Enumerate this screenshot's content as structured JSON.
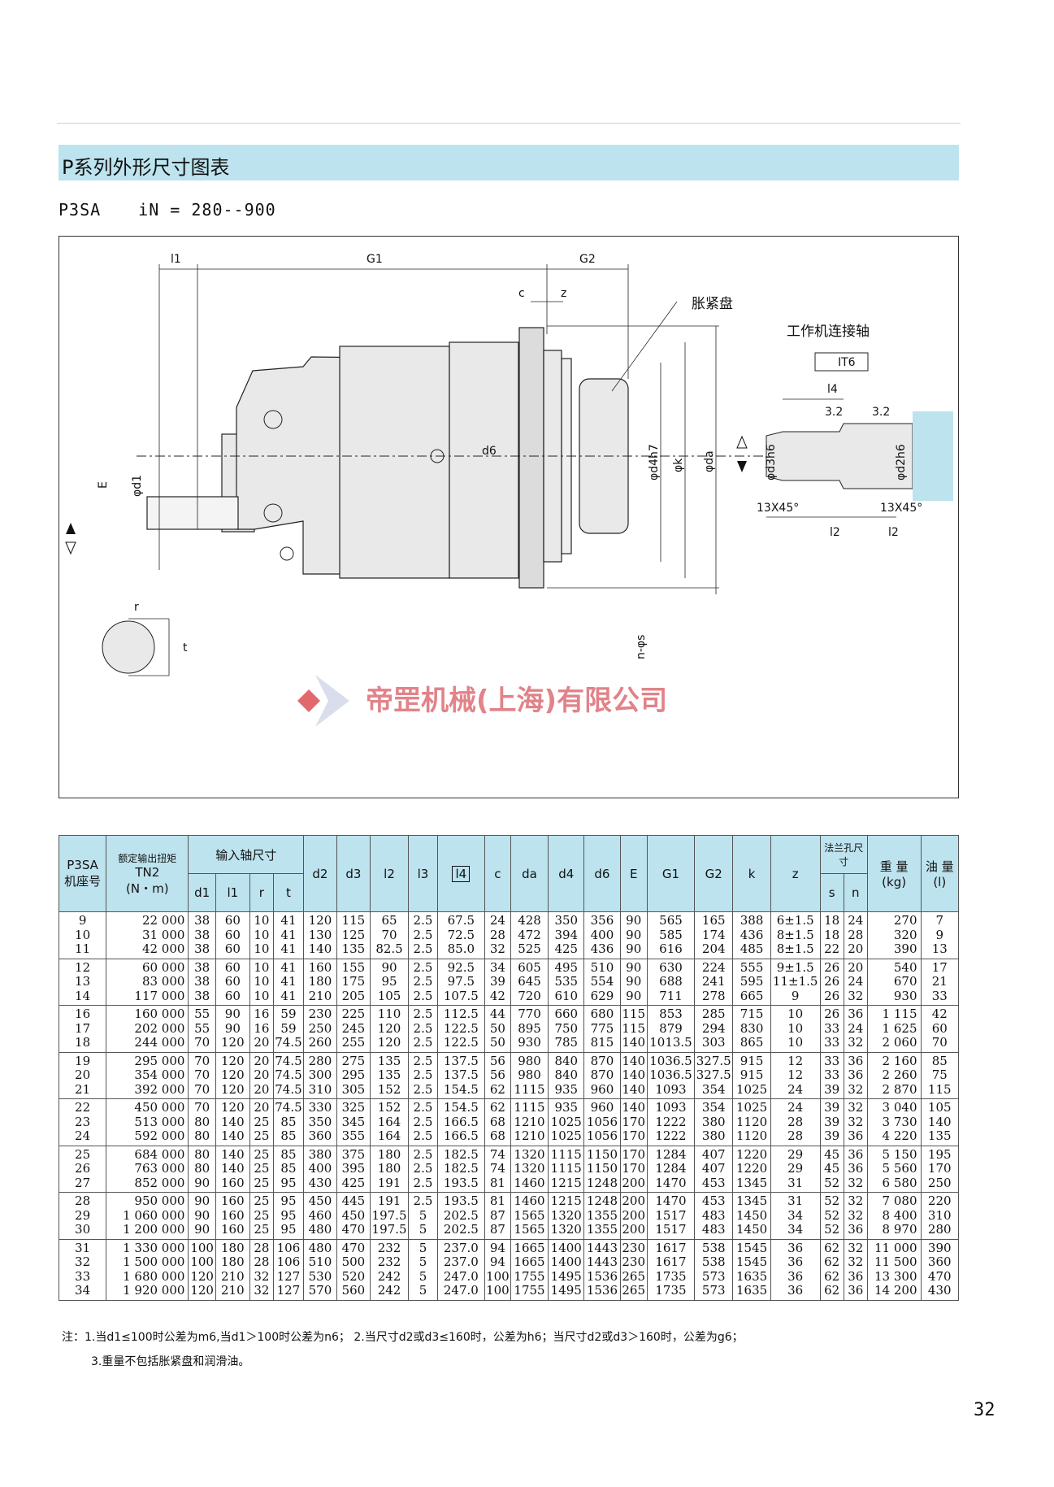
{
  "header": {
    "section_title": "P系列外形尺寸图表",
    "model": "P3SA",
    "ratio_label": "iN = 280--900"
  },
  "drawing": {
    "label_expansion_disk": "胀紧盘",
    "label_work_shaft": "工作机连接轴",
    "dims": {
      "l1": "l1",
      "G1": "G1",
      "G2": "G2",
      "c": "c",
      "z": "z",
      "d6": "d6",
      "d4h7": "φd4h7",
      "k": "φk",
      "da": "φda",
      "d1": "φd1",
      "E": "E",
      "r": "r",
      "t": "t",
      "s": "n-φs",
      "d3h6": "φd3h6",
      "d2h6": "φd2h6",
      "l4": "l4",
      "l2a": "l2",
      "l2b": "l2",
      "cham1": "13X45°",
      "cham2": "13X45°",
      "rough1": "3.2",
      "rough2": "3.2",
      "tol": "IT6"
    }
  },
  "watermark": {
    "text": "帝罡机械(上海)有限公司",
    "brand_color": "#d42a2e"
  },
  "table": {
    "headers": {
      "model": "P3SA",
      "model_sub": "机座号",
      "torque": "额定输出扭矩",
      "torque_sym": "TN2",
      "torque_unit": "(N・m)",
      "input_shaft": "输入轴尺寸",
      "d1": "d1",
      "l1": "l1",
      "r": "r",
      "t": "t",
      "d2": "d2",
      "d3": "d3",
      "l2": "l2",
      "l3": "l3",
      "l4": "l4",
      "c": "c",
      "da": "da",
      "d4": "d4",
      "d6": "d6",
      "E": "E",
      "G1": "G1",
      "G2": "G2",
      "k": "k",
      "z": "z",
      "flange": "法兰孔尺寸",
      "s": "s",
      "n": "n",
      "weight": "重 量",
      "weight_unit": "(kg)",
      "oil": "油 量",
      "oil_unit": "(l)"
    },
    "groups": [
      {
        "size": [
          "9",
          "10",
          "11"
        ],
        "T": [
          "22 000",
          "31 000",
          "42 000"
        ],
        "d1": [
          "38",
          "38",
          "38"
        ],
        "l1": [
          "60",
          "60",
          "60"
        ],
        "r": [
          "10",
          "10",
          "10"
        ],
        "t": [
          "41",
          "41",
          "41"
        ],
        "d2": [
          "120",
          "130",
          "140"
        ],
        "d3": [
          "115",
          "125",
          "135"
        ],
        "l2": [
          "65",
          "70",
          "82.5"
        ],
        "l3": [
          "2.5",
          "2.5",
          "2.5"
        ],
        "l4": [
          "67.5",
          "72.5",
          "85.0"
        ],
        "c": [
          "24",
          "28",
          "32"
        ],
        "da": [
          "428",
          "472",
          "525"
        ],
        "d4": [
          "350",
          "394",
          "425"
        ],
        "d6": [
          "356",
          "400",
          "436"
        ],
        "E": [
          "90",
          "90",
          "90"
        ],
        "G1": [
          "565",
          "585",
          "616"
        ],
        "G2": [
          "165",
          "174",
          "204"
        ],
        "k": [
          "388",
          "436",
          "485"
        ],
        "z": [
          "6±1.5",
          "8±1.5",
          "8±1.5"
        ],
        "s": [
          "18",
          "18",
          "22"
        ],
        "n": [
          "24",
          "28",
          "20"
        ],
        "W": [
          "270",
          "320",
          "390"
        ],
        "oil": [
          "7",
          "9",
          "13"
        ]
      },
      {
        "size": [
          "12",
          "13",
          "14"
        ],
        "T": [
          "60 000",
          "83 000",
          "117 000"
        ],
        "d1": [
          "38",
          "38",
          "38"
        ],
        "l1": [
          "60",
          "60",
          "60"
        ],
        "r": [
          "10",
          "10",
          "10"
        ],
        "t": [
          "41",
          "41",
          "41"
        ],
        "d2": [
          "160",
          "180",
          "210"
        ],
        "d3": [
          "155",
          "175",
          "205"
        ],
        "l2": [
          "90",
          "95",
          "105"
        ],
        "l3": [
          "2.5",
          "2.5",
          "2.5"
        ],
        "l4": [
          "92.5",
          "97.5",
          "107.5"
        ],
        "c": [
          "34",
          "39",
          "42"
        ],
        "da": [
          "605",
          "645",
          "720"
        ],
        "d4": [
          "495",
          "535",
          "610"
        ],
        "d6": [
          "510",
          "554",
          "629"
        ],
        "E": [
          "90",
          "90",
          "90"
        ],
        "G1": [
          "630",
          "688",
          "711"
        ],
        "G2": [
          "224",
          "241",
          "278"
        ],
        "k": [
          "555",
          "595",
          "665"
        ],
        "z": [
          "9±1.5",
          "11±1.5",
          "9"
        ],
        "s": [
          "26",
          "26",
          "26"
        ],
        "n": [
          "20",
          "24",
          "32"
        ],
        "W": [
          "540",
          "670",
          "930"
        ],
        "oil": [
          "17",
          "21",
          "33"
        ]
      },
      {
        "size": [
          "16",
          "17",
          "18"
        ],
        "T": [
          "160 000",
          "202 000",
          "244 000"
        ],
        "d1": [
          "55",
          "55",
          "70"
        ],
        "l1": [
          "90",
          "90",
          "120"
        ],
        "r": [
          "16",
          "16",
          "20"
        ],
        "t": [
          "59",
          "59",
          "74.5"
        ],
        "d2": [
          "230",
          "250",
          "260"
        ],
        "d3": [
          "225",
          "245",
          "255"
        ],
        "l2": [
          "110",
          "120",
          "120"
        ],
        "l3": [
          "2.5",
          "2.5",
          "2.5"
        ],
        "l4": [
          "112.5",
          "122.5",
          "122.5"
        ],
        "c": [
          "44",
          "50",
          "50"
        ],
        "da": [
          "770",
          "895",
          "930"
        ],
        "d4": [
          "660",
          "750",
          "785"
        ],
        "d6": [
          "680",
          "775",
          "815"
        ],
        "E": [
          "115",
          "115",
          "140"
        ],
        "G1": [
          "853",
          "879",
          "1013.5"
        ],
        "G2": [
          "285",
          "294",
          "303"
        ],
        "k": [
          "715",
          "830",
          "865"
        ],
        "z": [
          "10",
          "10",
          "10"
        ],
        "s": [
          "26",
          "33",
          "33"
        ],
        "n": [
          "36",
          "24",
          "32"
        ],
        "W": [
          "1 115",
          "1 625",
          "2 060"
        ],
        "oil": [
          "42",
          "60",
          "70"
        ]
      },
      {
        "size": [
          "19",
          "20",
          "21"
        ],
        "T": [
          "295 000",
          "354 000",
          "392 000"
        ],
        "d1": [
          "70",
          "70",
          "70"
        ],
        "l1": [
          "120",
          "120",
          "120"
        ],
        "r": [
          "20",
          "20",
          "20"
        ],
        "t": [
          "74.5",
          "74.5",
          "74.5"
        ],
        "d2": [
          "280",
          "300",
          "310"
        ],
        "d3": [
          "275",
          "295",
          "305"
        ],
        "l2": [
          "135",
          "135",
          "152"
        ],
        "l3": [
          "2.5",
          "2.5",
          "2.5"
        ],
        "l4": [
          "137.5",
          "137.5",
          "154.5"
        ],
        "c": [
          "56",
          "56",
          "62"
        ],
        "da": [
          "980",
          "980",
          "1115"
        ],
        "d4": [
          "840",
          "840",
          "935"
        ],
        "d6": [
          "870",
          "870",
          "960"
        ],
        "E": [
          "140",
          "140",
          "140"
        ],
        "G1": [
          "1036.5",
          "1036.5",
          "1093"
        ],
        "G2": [
          "327.5",
          "327.5",
          "354"
        ],
        "k": [
          "915",
          "915",
          "1025"
        ],
        "z": [
          "12",
          "12",
          "24"
        ],
        "s": [
          "33",
          "33",
          "39"
        ],
        "n": [
          "36",
          "36",
          "32"
        ],
        "W": [
          "2 160",
          "2 260",
          "2 870"
        ],
        "oil": [
          "85",
          "75",
          "115"
        ]
      },
      {
        "size": [
          "22",
          "23",
          "24"
        ],
        "T": [
          "450 000",
          "513 000",
          "592 000"
        ],
        "d1": [
          "70",
          "80",
          "80"
        ],
        "l1": [
          "120",
          "140",
          "140"
        ],
        "r": [
          "20",
          "25",
          "25"
        ],
        "t": [
          "74.5",
          "85",
          "85"
        ],
        "d2": [
          "330",
          "350",
          "360"
        ],
        "d3": [
          "325",
          "345",
          "355"
        ],
        "l2": [
          "152",
          "164",
          "164"
        ],
        "l3": [
          "2.5",
          "2.5",
          "2.5"
        ],
        "l4": [
          "154.5",
          "166.5",
          "166.5"
        ],
        "c": [
          "62",
          "68",
          "68"
        ],
        "da": [
          "1115",
          "1210",
          "1210"
        ],
        "d4": [
          "935",
          "1025",
          "1025"
        ],
        "d6": [
          "960",
          "1056",
          "1056"
        ],
        "E": [
          "140",
          "170",
          "170"
        ],
        "G1": [
          "1093",
          "1222",
          "1222"
        ],
        "G2": [
          "354",
          "380",
          "380"
        ],
        "k": [
          "1025",
          "1120",
          "1120"
        ],
        "z": [
          "24",
          "28",
          "28"
        ],
        "s": [
          "39",
          "39",
          "39"
        ],
        "n": [
          "32",
          "32",
          "36"
        ],
        "W": [
          "3 040",
          "3 730",
          "4 220"
        ],
        "oil": [
          "105",
          "140",
          "135"
        ]
      },
      {
        "size": [
          "25",
          "26",
          "27"
        ],
        "T": [
          "684 000",
          "763 000",
          "852 000"
        ],
        "d1": [
          "80",
          "80",
          "90"
        ],
        "l1": [
          "140",
          "140",
          "160"
        ],
        "r": [
          "25",
          "25",
          "25"
        ],
        "t": [
          "85",
          "85",
          "95"
        ],
        "d2": [
          "380",
          "400",
          "430"
        ],
        "d3": [
          "375",
          "395",
          "425"
        ],
        "l2": [
          "180",
          "180",
          "191"
        ],
        "l3": [
          "2.5",
          "2.5",
          "2.5"
        ],
        "l4": [
          "182.5",
          "182.5",
          "193.5"
        ],
        "c": [
          "74",
          "74",
          "81"
        ],
        "da": [
          "1320",
          "1320",
          "1460"
        ],
        "d4": [
          "1115",
          "1115",
          "1215"
        ],
        "d6": [
          "1150",
          "1150",
          "1248"
        ],
        "E": [
          "170",
          "170",
          "200"
        ],
        "G1": [
          "1284",
          "1284",
          "1470"
        ],
        "G2": [
          "407",
          "407",
          "453"
        ],
        "k": [
          "1220",
          "1220",
          "1345"
        ],
        "z": [
          "29",
          "29",
          "31"
        ],
        "s": [
          "45",
          "45",
          "52"
        ],
        "n": [
          "36",
          "36",
          "32"
        ],
        "W": [
          "5 150",
          "5 560",
          "6 580"
        ],
        "oil": [
          "195",
          "170",
          "250"
        ]
      },
      {
        "size": [
          "28",
          "29",
          "30"
        ],
        "T": [
          "950 000",
          "1 060 000",
          "1 200 000"
        ],
        "d1": [
          "90",
          "90",
          "90"
        ],
        "l1": [
          "160",
          "160",
          "160"
        ],
        "r": [
          "25",
          "25",
          "25"
        ],
        "t": [
          "95",
          "95",
          "95"
        ],
        "d2": [
          "450",
          "460",
          "480"
        ],
        "d3": [
          "445",
          "450",
          "470"
        ],
        "l2": [
          "191",
          "197.5",
          "197.5"
        ],
        "l3": [
          "2.5",
          "5",
          "5"
        ],
        "l4": [
          "193.5",
          "202.5",
          "202.5"
        ],
        "c": [
          "81",
          "87",
          "87"
        ],
        "da": [
          "1460",
          "1565",
          "1565"
        ],
        "d4": [
          "1215",
          "1320",
          "1320"
        ],
        "d6": [
          "1248",
          "1355",
          "1355"
        ],
        "E": [
          "200",
          "200",
          "200"
        ],
        "G1": [
          "1470",
          "1517",
          "1517"
        ],
        "G2": [
          "453",
          "483",
          "483"
        ],
        "k": [
          "1345",
          "1450",
          "1450"
        ],
        "z": [
          "31",
          "34",
          "34"
        ],
        "s": [
          "52",
          "52",
          "52"
        ],
        "n": [
          "32",
          "32",
          "36"
        ],
        "W": [
          "7 080",
          "8 400",
          "8 970"
        ],
        "oil": [
          "220",
          "310",
          "280"
        ]
      },
      {
        "size": [
          "31",
          "32",
          "33",
          "34"
        ],
        "T": [
          "1 330 000",
          "1 500 000",
          "1 680 000",
          "1 920 000"
        ],
        "d1": [
          "100",
          "100",
          "120",
          "120"
        ],
        "l1": [
          "180",
          "180",
          "210",
          "210"
        ],
        "r": [
          "28",
          "28",
          "32",
          "32"
        ],
        "t": [
          "106",
          "106",
          "127",
          "127"
        ],
        "d2": [
          "480",
          "510",
          "530",
          "570"
        ],
        "d3": [
          "470",
          "500",
          "520",
          "560"
        ],
        "l2": [
          "232",
          "232",
          "242",
          "242"
        ],
        "l3": [
          "5",
          "5",
          "5",
          "5"
        ],
        "l4": [
          "237.0",
          "237.0",
          "247.0",
          "247.0"
        ],
        "c": [
          "94",
          "94",
          "100",
          "100"
        ],
        "da": [
          "1665",
          "1665",
          "1755",
          "1755"
        ],
        "d4": [
          "1400",
          "1400",
          "1495",
          "1495"
        ],
        "d6": [
          "1443",
          "1443",
          "1536",
          "1536"
        ],
        "E": [
          "230",
          "230",
          "265",
          "265"
        ],
        "G1": [
          "1617",
          "1617",
          "1735",
          "1735"
        ],
        "G2": [
          "538",
          "538",
          "573",
          "573"
        ],
        "k": [
          "1545",
          "1545",
          "1635",
          "1635"
        ],
        "z": [
          "36",
          "36",
          "36",
          "36"
        ],
        "s": [
          "62",
          "62",
          "62",
          "62"
        ],
        "n": [
          "32",
          "32",
          "36",
          "36"
        ],
        "W": [
          "11 000",
          "11 500",
          "13 300",
          "14 200"
        ],
        "oil": [
          "390",
          "360",
          "470",
          "430"
        ]
      }
    ]
  },
  "notes": {
    "line1": "注：1.当d1≤100时公差为m6,当d1＞100时公差为n6；  2.当尺寸d2或d3≤160时，公差为h6；当尺寸d2或d3＞160时，公差为g6；",
    "line2": "3.重量不包括胀紧盘和润滑油。"
  },
  "page_number": "32"
}
